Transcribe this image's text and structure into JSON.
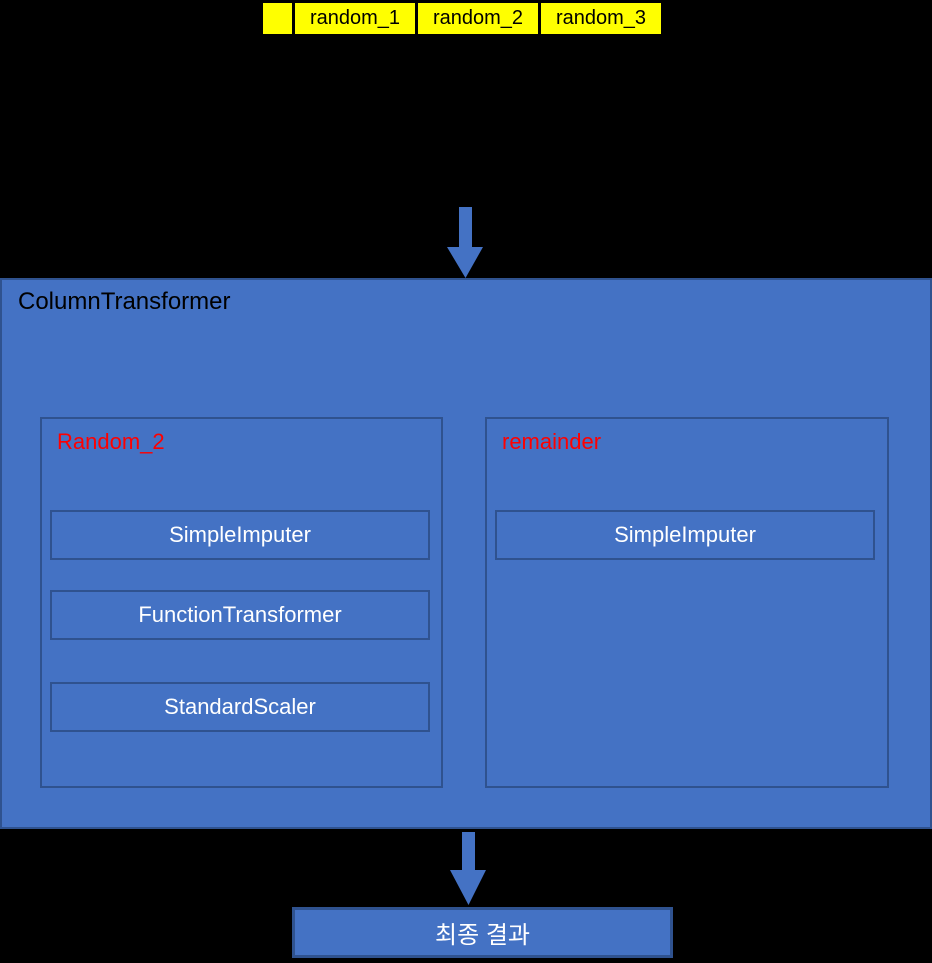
{
  "colors": {
    "background": "#000000",
    "box_fill": "#4472C4",
    "box_border": "#2F528F",
    "table_fill": "#FFFF00",
    "table_text": "#000000",
    "red_label": "#FF0000",
    "white_text": "#FFFFFF",
    "arrow": "#4472C4"
  },
  "table": {
    "cells": [
      "",
      "random_1",
      "random_2",
      "random_3"
    ]
  },
  "pipeline": {
    "container_label": "ColumnTransformer",
    "groups": [
      {
        "label": "Random_2",
        "steps": [
          "SimpleImputer",
          "FunctionTransformer",
          "StandardScaler"
        ]
      },
      {
        "label": "remainder",
        "steps": [
          "SimpleImputer"
        ]
      }
    ]
  },
  "result": {
    "label": "최종 결과"
  }
}
